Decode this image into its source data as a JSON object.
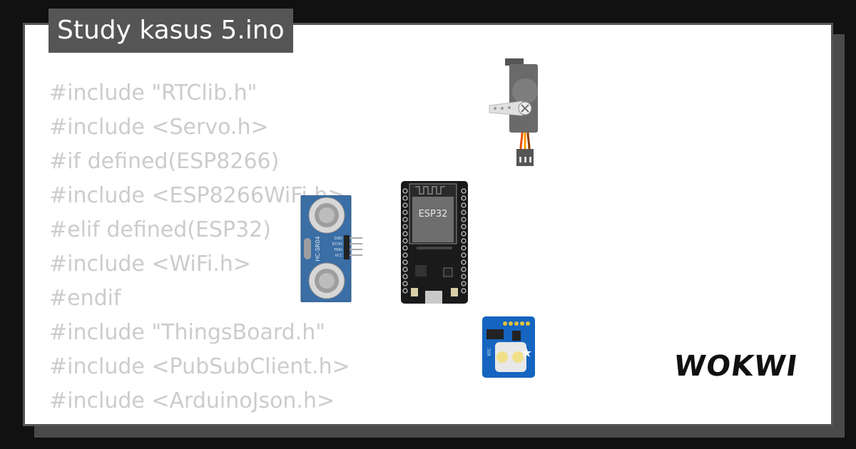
{
  "title": "Study kasus 5.ino",
  "code_lines": [
    "#include \"RTClib.h\"",
    "#include <Servo.h>",
    "#if defined(ESP8266)",
    "#include <ESP8266WiFi.h>",
    "#elif defined(ESP32)",
    "#include <WiFi.h>",
    "#endif",
    "#include \"ThingsBoard.h\"",
    "#include <PubSubClient.h>",
    "#include <ArduinoJson.h>"
  ],
  "components": {
    "esp32_label": "ESP32",
    "sensor_label": "HC-SR04",
    "sensor_pins": [
      "GND",
      "ECHO",
      "TRIG",
      "VCC"
    ],
    "rtc_label": "RTC"
  },
  "brand": "WOKWI",
  "colors": {
    "background": "#111111",
    "card": "#ffffff",
    "title_bar": "#555555",
    "code_text": "#cccccc",
    "sensor_board": "#3a6ea5",
    "esp32_board": "#1a1a1a",
    "rtc_board": "#1565c0",
    "servo_body": "#6a6a6a"
  }
}
